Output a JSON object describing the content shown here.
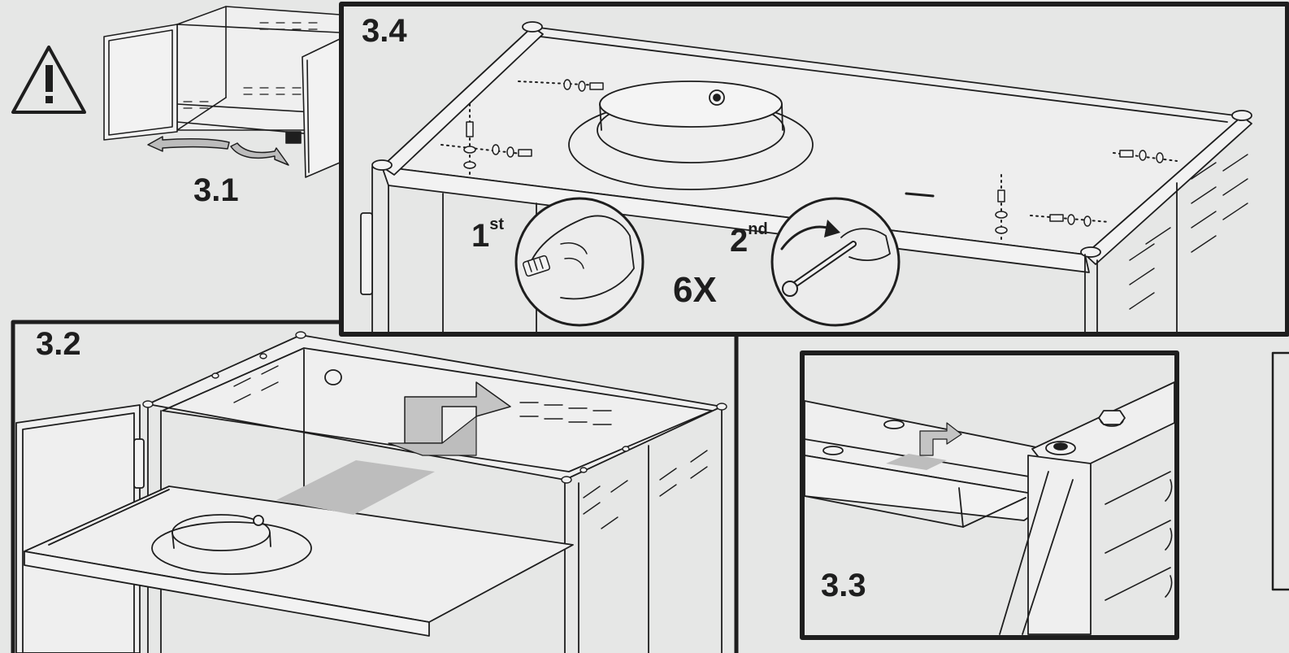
{
  "steps": {
    "s31": "3.1",
    "s32": "3.2",
    "s33": "3.3",
    "s34": "3.4"
  },
  "order": {
    "first_num": "1",
    "first_sup": "st",
    "second_num": "2",
    "second_sup": "nd"
  },
  "count": "6X",
  "icons": [
    "warning-icon",
    "hand-tighten-icon",
    "wrench-tighten-icon"
  ]
}
